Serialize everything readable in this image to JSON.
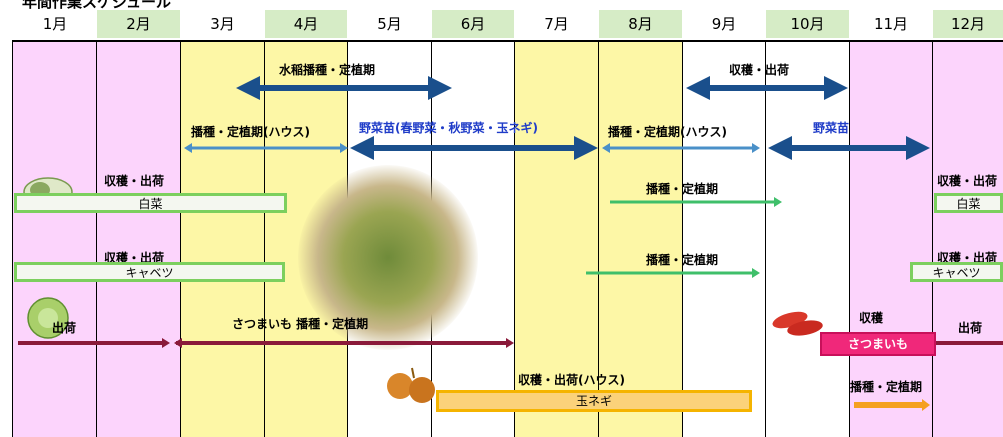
{
  "title": "年間作業スケジュール",
  "months": [
    "1月",
    "2月",
    "3月",
    "4月",
    "5月",
    "6月",
    "7月",
    "8月",
    "9月",
    "10月",
    "11月",
    "12月"
  ],
  "arrows": {
    "rice_planting": "水稲播種・定植期",
    "rice_harvest": "収穫・出荷",
    "house_planting_1": "播種・定植期(ハウス)",
    "vegetable_seedlings_main": "野菜苗(春野菜・秋野菜・玉ネギ)",
    "house_planting_2": "播種・定植期(ハウス)",
    "vegetable_seedlings_autumn": "野菜苗",
    "hakusai_harvest": "収穫・出荷",
    "hakusai_planting": "播種・定植期",
    "hakusai_harvest_dec": "収穫・出荷",
    "cabbage_harvest": "収穫・出荷",
    "cabbage_planting": "播種・定植期",
    "cabbage_harvest_dec": "収穫・出荷",
    "sweetpotato_ship": "出荷",
    "sweetpotato_planting": "さつまいも 播種・定植期",
    "sweetpotato_harvest": "収穫",
    "sweetpotato_ship_dec": "出荷",
    "onion_harvest": "収穫・出荷(ハウス)",
    "onion_planting": "播種・定植期"
  },
  "boxes": {
    "hakusai": "白菜",
    "hakusai_dec": "白菜",
    "cabbage": "キャベツ",
    "cabbage_dec": "キャベツ",
    "sweetpotato": "さつまいも",
    "onion": "玉ネギ"
  },
  "colors": {
    "pink_col": "#fcd4fc",
    "yellow_col": "#fdf7a6",
    "green_header": "#d6ecc6",
    "navy_arrow": "#1a4f8c",
    "green_arrow": "#3fbf6a",
    "maroon_arrow": "#8a1a3a",
    "box_green_border": "#7ccf5e",
    "box_pink": "#f0287a",
    "box_gold": "#f5b400",
    "onion_arrow": "#f5a020"
  }
}
